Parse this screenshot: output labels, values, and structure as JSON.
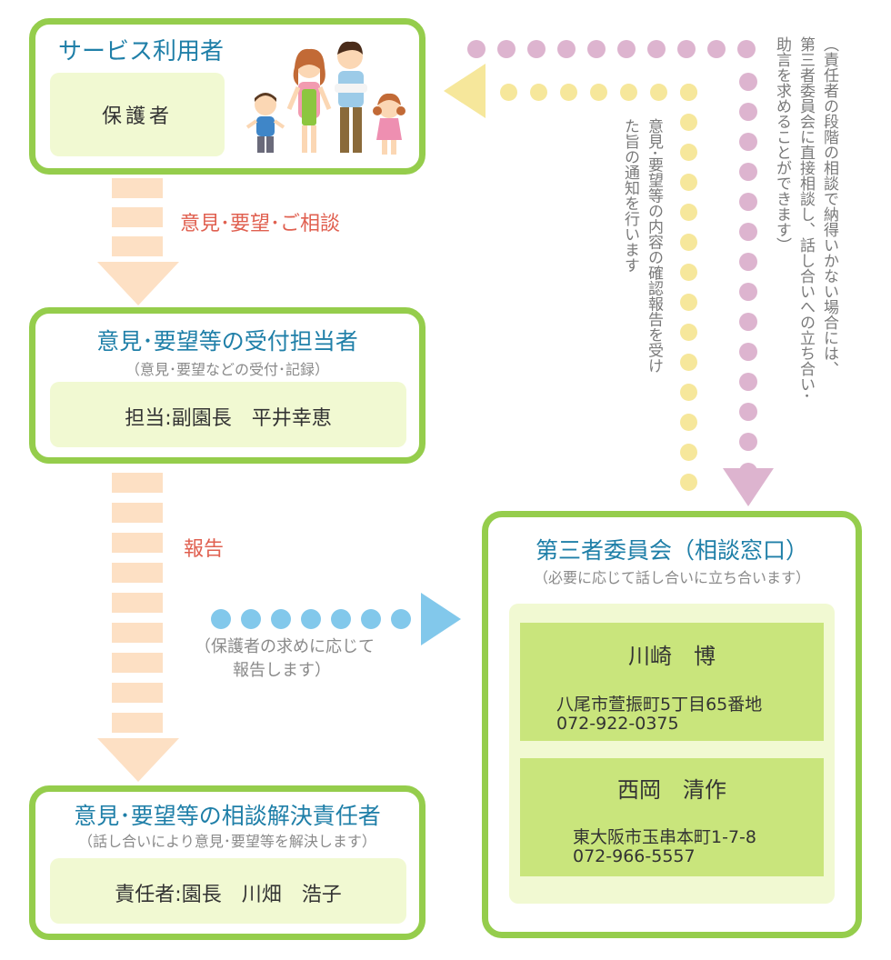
{
  "user_box": {
    "title": "サービス利用者",
    "member": "保護者"
  },
  "flow1_label": "意見･要望･ご相談",
  "reception_box": {
    "title": "意見･要望等の受付担当者",
    "subtitle": "（意見･要望などの受付･記録）",
    "person": "担当:副園長　平井幸恵"
  },
  "flow2_label": "報告",
  "report_note": [
    "（保護者の求めに応じて",
    "報告します）"
  ],
  "resolver_box": {
    "title": "意見･要望等の相談解決責任者",
    "subtitle": "（話し合いにより意見･要望等を解決します）",
    "person": "責任者:園長　川畑　浩子"
  },
  "committee_box": {
    "title": "第三者委員会（相談窓口）",
    "subtitle": "（必要に応じて話し合いに立ち合います）",
    "members": [
      {
        "name": "川崎　博",
        "address": "八尾市萱振町5丁目65番地",
        "phone": "072-922-0375"
      },
      {
        "name": "西岡　清作",
        "address": "東大阪市玉串本町1-7-8",
        "phone": "072-966-5557"
      }
    ]
  },
  "pink_note": [
    "（責任者の段階の相談で納得いかない場合には、",
    "第三者委員会に直接相談し、話し合いへの立ち合い･",
    "助言を求めることができます）"
  ],
  "yellow_note": [
    "意見･要望等の内容の確認報告を受け",
    "た旨の通知を行います"
  ],
  "colors": {
    "box_border": "#95cd4c",
    "inner_fill": "#f1f9d2",
    "title": "#1f7fa8",
    "flow_label": "#e06050",
    "pink_dots": "#ddb4cf",
    "yellow_dots": "#f6e79b",
    "blue_dots": "#82c8eb",
    "flow_arrow": "#fde0c4",
    "card_fill": "#c9e57c"
  }
}
